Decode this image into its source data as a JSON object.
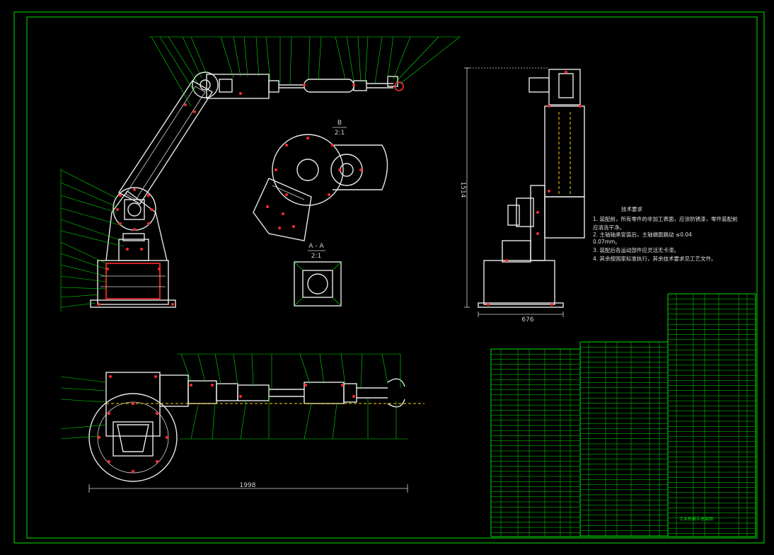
{
  "drawing": {
    "section_b_label": "B",
    "section_b_scale": "2:1",
    "section_a_label": "A - A",
    "section_a_scale": "2:1",
    "dim_height": "1514",
    "dim_base_width": "676",
    "dim_total_length": "1998",
    "tech_req": {
      "title": "技术要求",
      "lines": [
        "1. 装配前，所有零件的非加工表面，应涂防锈漆，零件装配前",
        "   应清洗干净。",
        "   2. 主轴轴承安装后，主轴端面跳动 ≤0.04 ",
        "0.07mm。",
        "3. 装配后各运动部件应灵活无卡滞。",
        "4. 其余按国家标准执行，其余技术要求见工艺文件。"
      ]
    },
    "title_block": {
      "name": "工业机械手总装图"
    },
    "colors": {
      "background": "#000000",
      "frame": "#00e000",
      "outline": "#e8e8e8",
      "holes": "#ff2a2a",
      "centerline": "#ffd600"
    }
  }
}
